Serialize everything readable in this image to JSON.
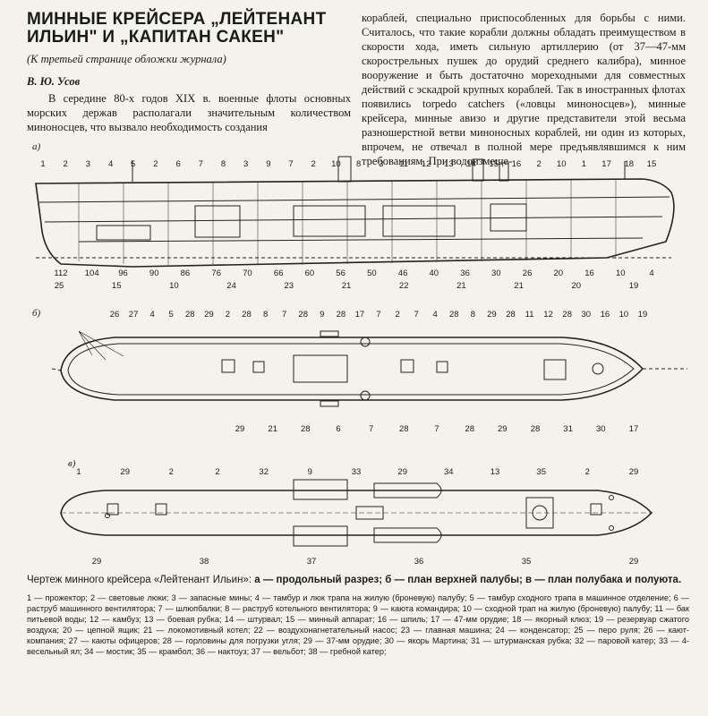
{
  "article": {
    "title": "МИННЫЕ КРЕЙСЕРА „ЛЕЙТЕНАНТ ИЛЬИН\" И „КАПИТАН САКЕН\"",
    "subtitle": "(К третьей странице обложки журнала)",
    "author": "В. Ю. Усов",
    "col1_text": "В середине 80-х годов XIX в. военные флоты основных морских держав располагали значительным количеством миноносцев, что вызвало необходимость создания",
    "col2_text": "кораблей, специально приспособленных для борьбы с ними. Считалось, что такие корабли должны обладать преимуществом в скорости хода, иметь сильную артиллерию (от 37—47-мм скорострельных пушек до орудий среднего калибра), минное вооружение и быть достаточно мореходными для совместных действий с эскадрой крупных кораблей. Так в иностранных флотах появились torpedo catchers («ловцы миноносцев»), минные крейсера, минные авизо и другие представители этой весьма разношерстной ветви миноносных кораблей, ни один из которых, впрочем, не отвечал в полной мере предъявлявшимся к ним требованиям. При водоизмеще-"
  },
  "figure": {
    "panel_a": "а)",
    "panel_b": "б)",
    "panel_c": "в)",
    "labels_a_top": [
      "1",
      "2",
      "3",
      "4",
      "5",
      "2",
      "6",
      "7",
      "8",
      "3",
      "9",
      "7",
      "2",
      "10",
      "8",
      "3",
      "11",
      "12",
      "13",
      "14",
      "15",
      "16",
      "2",
      "10",
      "1",
      "17",
      "18",
      "15"
    ],
    "labels_a_bottom": [
      "112",
      "104",
      "96",
      "90",
      "86",
      "76",
      "70",
      "66",
      "60",
      "56",
      "50",
      "46",
      "40",
      "36",
      "30",
      "26",
      "20",
      "16",
      "10",
      "4"
    ],
    "labels_a_bottom2": [
      "25",
      "15",
      "10",
      "24",
      "23",
      "21",
      "22",
      "21",
      "21",
      "20",
      "19"
    ],
    "labels_b_top": [
      "26",
      "27",
      "4",
      "5",
      "28",
      "29",
      "2",
      "28",
      "8",
      "7",
      "28",
      "9",
      "28",
      "17",
      "7",
      "2",
      "7",
      "4",
      "28",
      "8",
      "29",
      "28",
      "11",
      "12",
      "28",
      "30",
      "16",
      "10",
      "19"
    ],
    "labels_b_bottom": [
      "29",
      "21",
      "28",
      "6",
      "7",
      "28",
      "7",
      "28",
      "29",
      "28",
      "31",
      "30",
      "17"
    ],
    "labels_c_top": [
      "1",
      "29",
      "2",
      "2",
      "32",
      "9",
      "33",
      "29",
      "34",
      "13",
      "35",
      "2",
      "29"
    ],
    "labels_c_bottom": [
      "29",
      "38",
      "37",
      "36",
      "35",
      "29"
    ],
    "caption_title": "Чертеж минного крейсера «Лейтенант Ильин»:",
    "caption_parts": "а — продольный разрез; б — план верхней палубы; в — план полубака и полуюта.",
    "legend": "1 — прожектор; 2 — световые люки; 3 — запасные мины; 4 — тамбур и люк трапа на жилую (броневую) палубу; 5 — тамбур сходного трапа в машинное отделение; 6 — раструб машинного вентилятора; 7 — шлюпбалки; 8 — раструб котельного вентилятора; 9 — каюта командира; 10 — сходной трап на жилую (броневую) палубу; 11 — бак питьевой воды; 12 — камбуз; 13 — боевая рубка; 14 — штурвал; 15 — минный аппарат; 16 — шпиль; 17 — 47-мм орудие; 18 — якорный клюз; 19 — резервуар сжатого воздуха; 20 — цепной ящик; 21 — локомотивный котел; 22 — воздухонагнетательный насос; 23 — главная машина; 24 — конденсатор; 25 — перо руля; 26 — кают-компания; 27 — каюты офицеров; 28 — горловины для погрузки угля; 29 — 37-мм орудие; 30 — якорь Мартина; 31 — штурманская рубка; 32 — паровой катер; 33 — 4-весельный ял; 34 — мостик; 35 — крамбол; 36 — нактоуз; 37 — вельбот; 38 — гребной катер;"
  }
}
